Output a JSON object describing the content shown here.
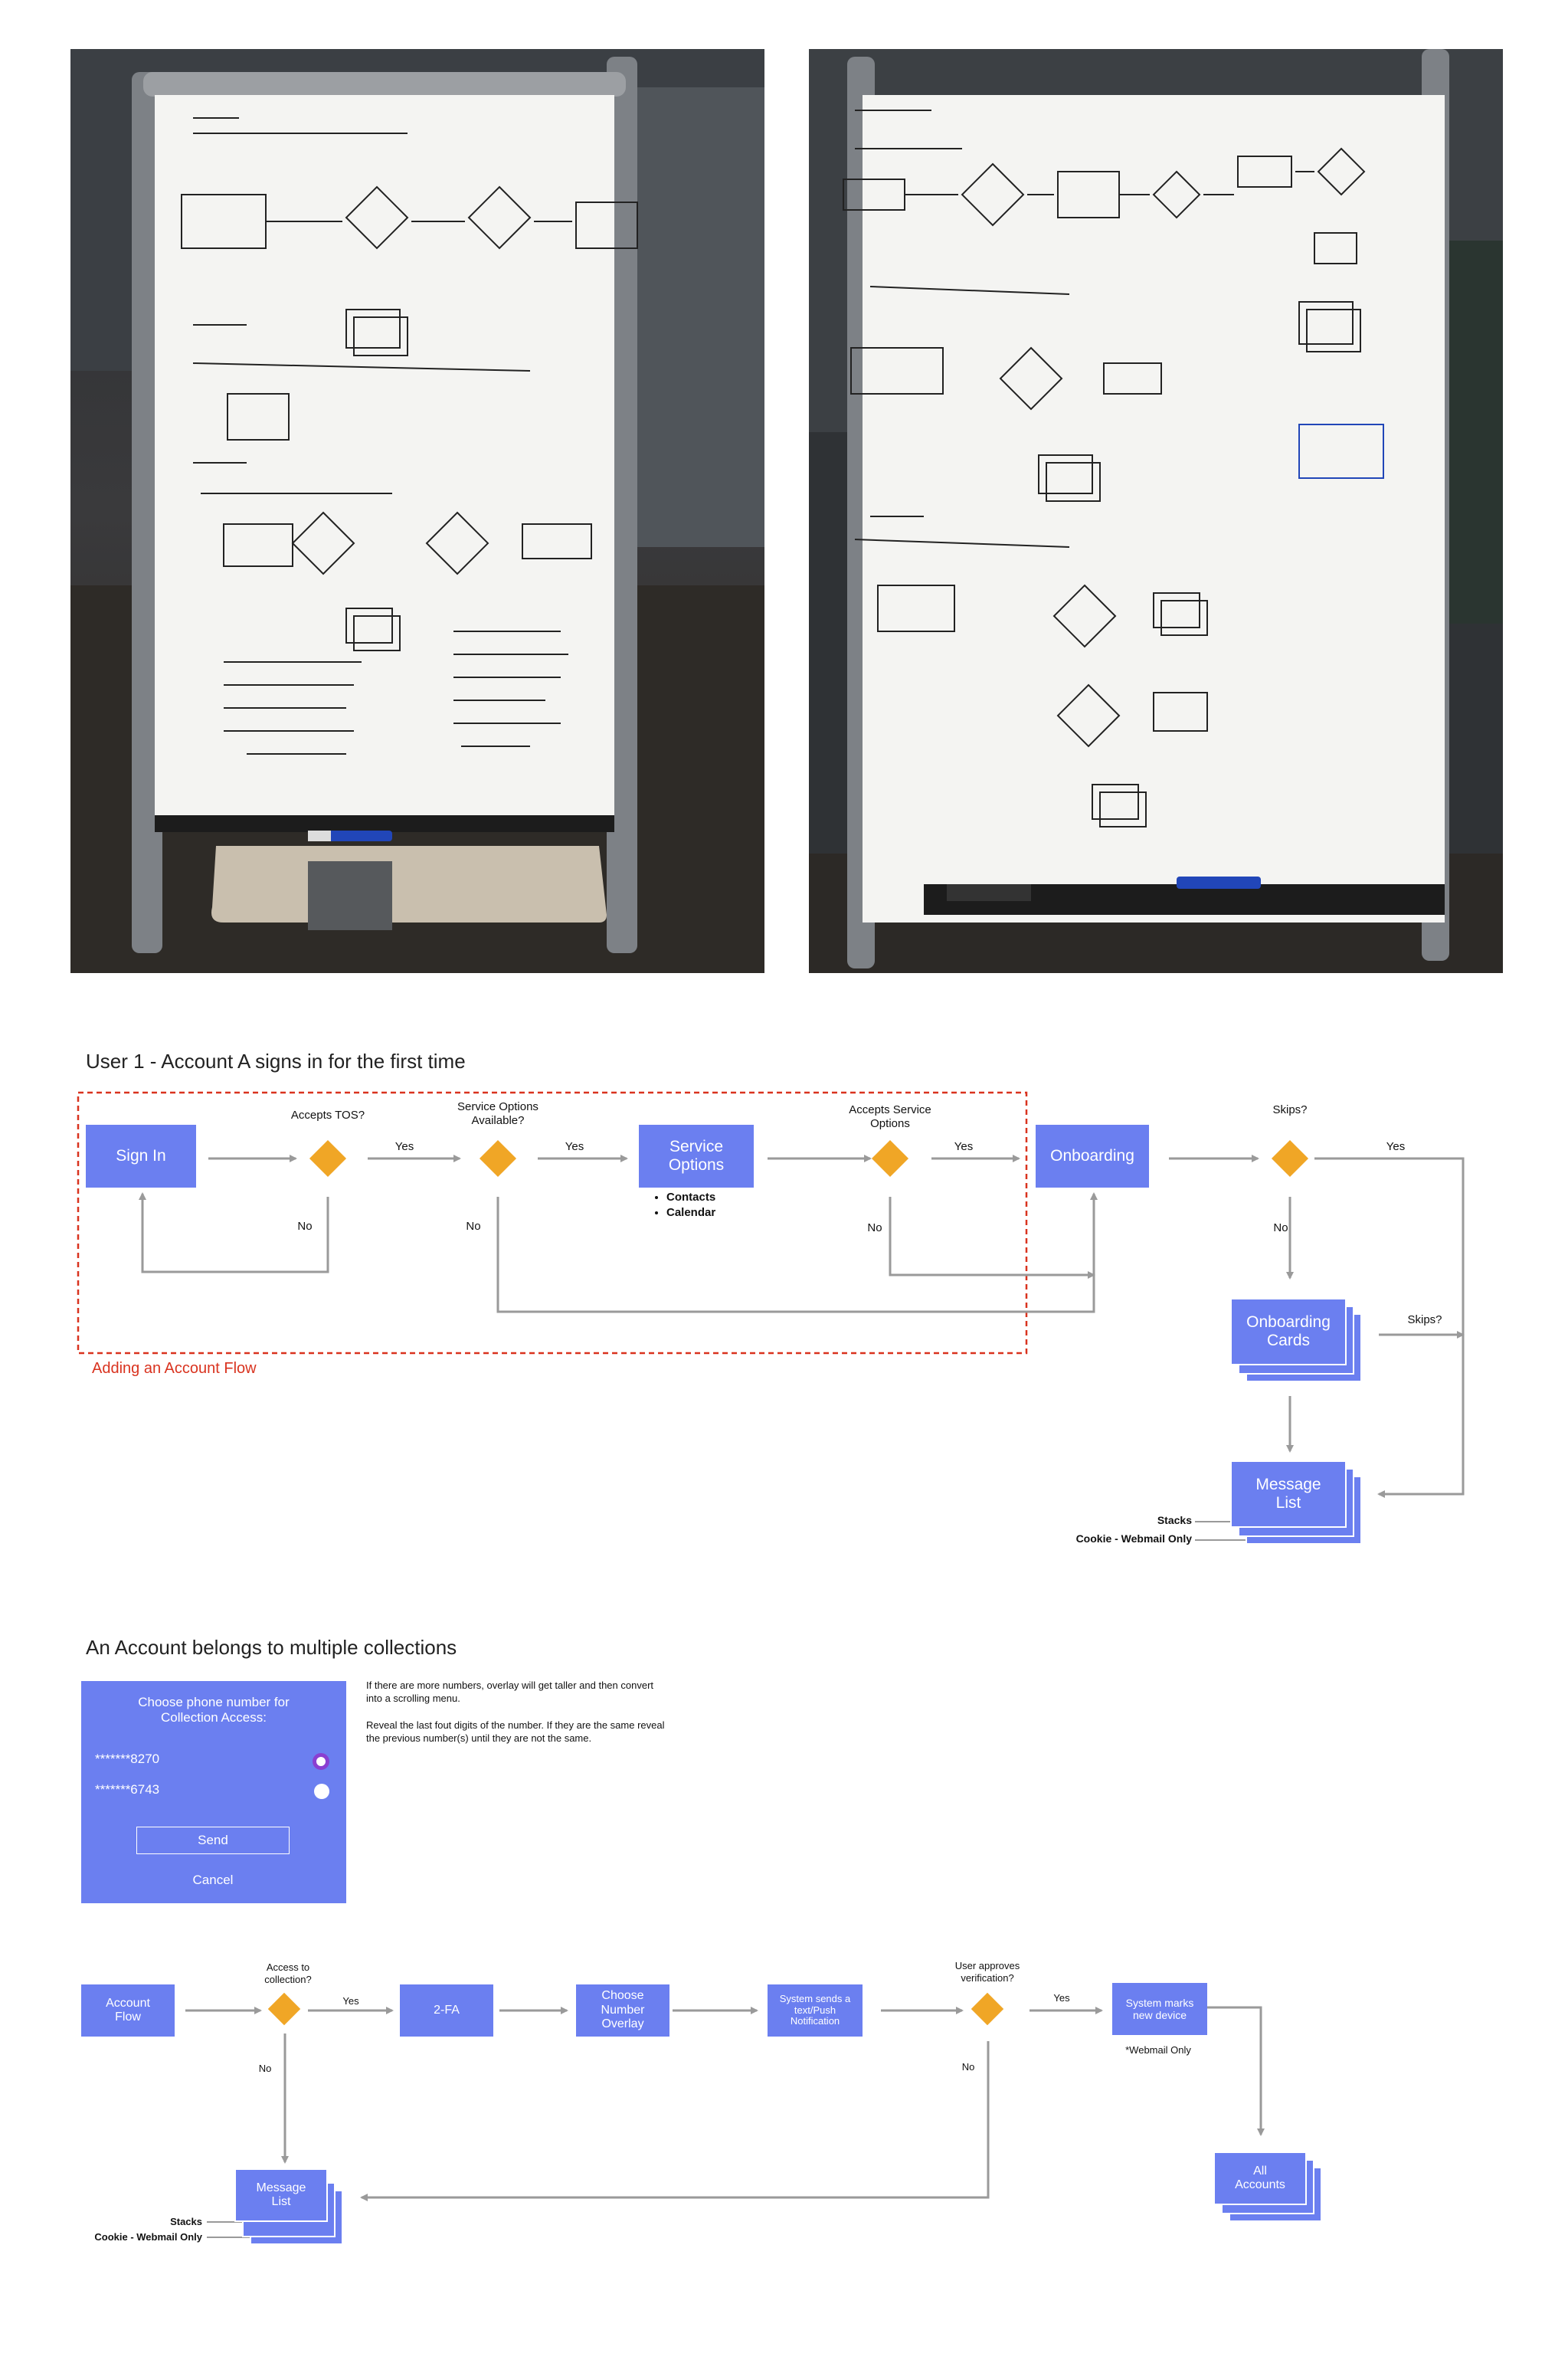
{
  "photos": {
    "left_alt": "Whiteboard photo - left",
    "right_alt": "Whiteboard photo - right"
  },
  "section1": {
    "title": "User 1 - Account A signs in for the first time",
    "nodes": {
      "sign_in": "Sign In",
      "service_options": "Service Options",
      "onboarding": "Onboarding",
      "onboarding_cards": "Onboarding Cards",
      "message_list": "Message List"
    },
    "decisions": {
      "accepts_tos": "Accepts TOS?",
      "service_options_available": "Service Options Available?",
      "accepts_service_options": "Accepts Service Options",
      "skips": "Skips?",
      "skips_cards": "Skips?"
    },
    "labels": {
      "yes1": "Yes",
      "yes2": "Yes",
      "yes3": "Yes",
      "yes4": "Yes",
      "no1": "No",
      "no2": "No",
      "no3": "No",
      "no4": "No"
    },
    "service_bullets": [
      "Contacts",
      "Calendar"
    ],
    "dashed_label": "Adding an Account Flow",
    "stacks": "Stacks",
    "cookie": "Cookie - Webmail Only"
  },
  "section2": {
    "title": "An Account belongs to multiple collections",
    "overlay": {
      "heading": "Choose phone number for Collection Access:",
      "options": [
        "*******8270",
        "*******6743"
      ],
      "send": "Send",
      "cancel": "Cancel"
    },
    "notes": [
      "If there are more numbers, overlay will get taller and then convert into a scrolling menu.",
      "Reveal the last fout digits of the number. If they are the same reveal the previous number(s) until they are not the same."
    ],
    "nodes": {
      "account_flow": "Account Flow",
      "two_fa": "2-FA",
      "choose_number": "Choose Number Overlay",
      "system_sends": "System sends a text/Push Notification",
      "system_marks": "System marks new device",
      "all_accounts": "All Accounts",
      "message_list": "Message List"
    },
    "decisions": {
      "access": "Access to collection?",
      "user_approves": "User approves verification?"
    },
    "labels": {
      "yes1": "Yes",
      "yes2": "Yes",
      "no1": "No",
      "no2": "No"
    },
    "webmail_only": "*Webmail Only",
    "stacks": "Stacks",
    "cookie": "Cookie - Webmail Only"
  },
  "colors": {
    "box": "#6b7ff0",
    "diamond": "#f0a626",
    "arrow": "#9a9a9a",
    "dashed": "#d9331f"
  }
}
